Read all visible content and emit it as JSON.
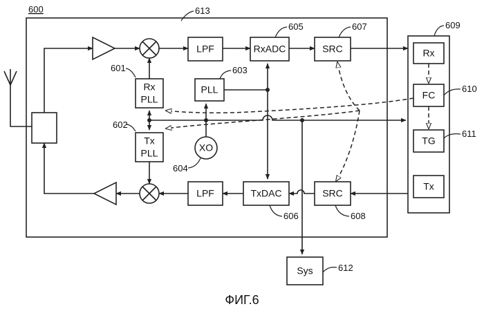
{
  "figure": {
    "number_label": "600",
    "caption": "ФИГ.6"
  },
  "blocks": {
    "rx_pll": {
      "line1": "Rx",
      "line2": "PLL",
      "ref": "601"
    },
    "tx_pll": {
      "line1": "Tx",
      "line2": "PLL",
      "ref": "602"
    },
    "pll": {
      "label": "PLL",
      "ref": "603"
    },
    "xo": {
      "label": "XO",
      "ref": "604"
    },
    "lpf_rx": {
      "label": "LPF"
    },
    "lpf_tx": {
      "label": "LPF"
    },
    "rxadc": {
      "label": "RxADC",
      "ref": "605"
    },
    "txdac": {
      "label": "TxDAC",
      "ref": "606"
    },
    "src_rx": {
      "label": "SRC",
      "ref": "607"
    },
    "src_tx": {
      "label": "SRC",
      "ref": "608"
    },
    "controller": {
      "ref": "609"
    },
    "rx": {
      "label": "Rx"
    },
    "fc": {
      "label": "FC",
      "ref": "610"
    },
    "tg": {
      "label": "TG",
      "ref": "611"
    },
    "tx": {
      "label": "Tx"
    },
    "sys": {
      "label": "Sys",
      "ref": "612"
    }
  },
  "transceiver": {
    "ref": "613"
  }
}
